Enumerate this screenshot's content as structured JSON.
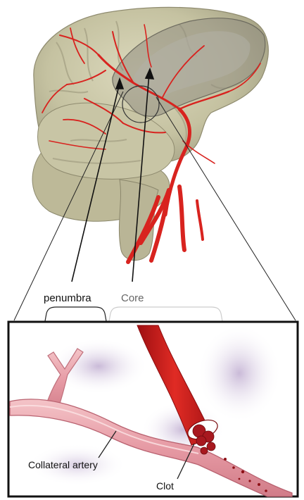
{
  "labels": {
    "penumbra": "penumbra",
    "core": "Core",
    "collateral": "Collateral artery",
    "clot": "Clot"
  },
  "colors": {
    "artery": "#d8231f",
    "brain_tissue": "#c9c6a7",
    "core_region": "#a9a79a",
    "vessel_pink": "#e9a0a9",
    "clot": "#a8181f",
    "penumbra_text": "#111111",
    "core_text": "#666666"
  }
}
